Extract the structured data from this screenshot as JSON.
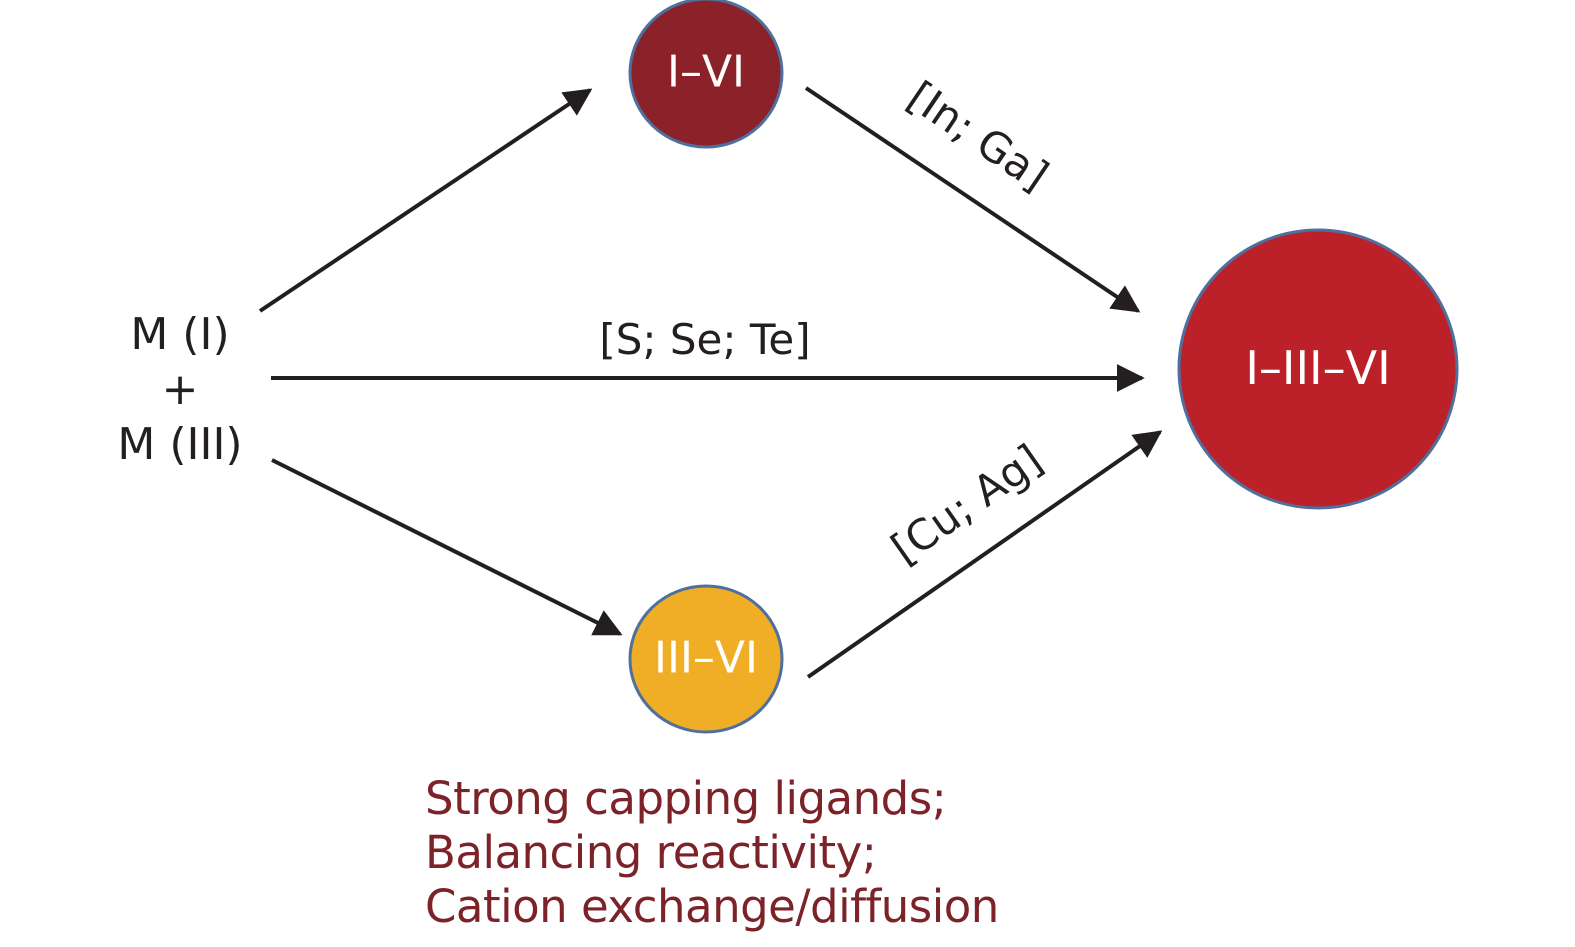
{
  "reactants": {
    "line1": "M (I)",
    "plus": "+",
    "line2": "M (III)"
  },
  "nodes": {
    "i_vi": {
      "label": "I–VI",
      "fill": "#8b2229",
      "stroke": "#4f6f9e"
    },
    "iii_vi": {
      "label": "III–VI",
      "fill": "#efae25",
      "stroke": "#4f6f9e"
    },
    "i_iii_vi": {
      "label": "I–III–VI",
      "fill": "#bc2129",
      "stroke": "#4f6f9e"
    }
  },
  "edge_labels": {
    "to_final_via_i_vi": "[In; Ga]",
    "direct": "[S; Se; Te]",
    "to_final_via_iii_vi": "[Cu; Ag]"
  },
  "notes": {
    "color": "#7c2229",
    "lines": [
      "Strong capping ligands;",
      "Balancing reactivity;",
      "Cation exchange/diffusion"
    ]
  },
  "arrow_color": "#231f20"
}
